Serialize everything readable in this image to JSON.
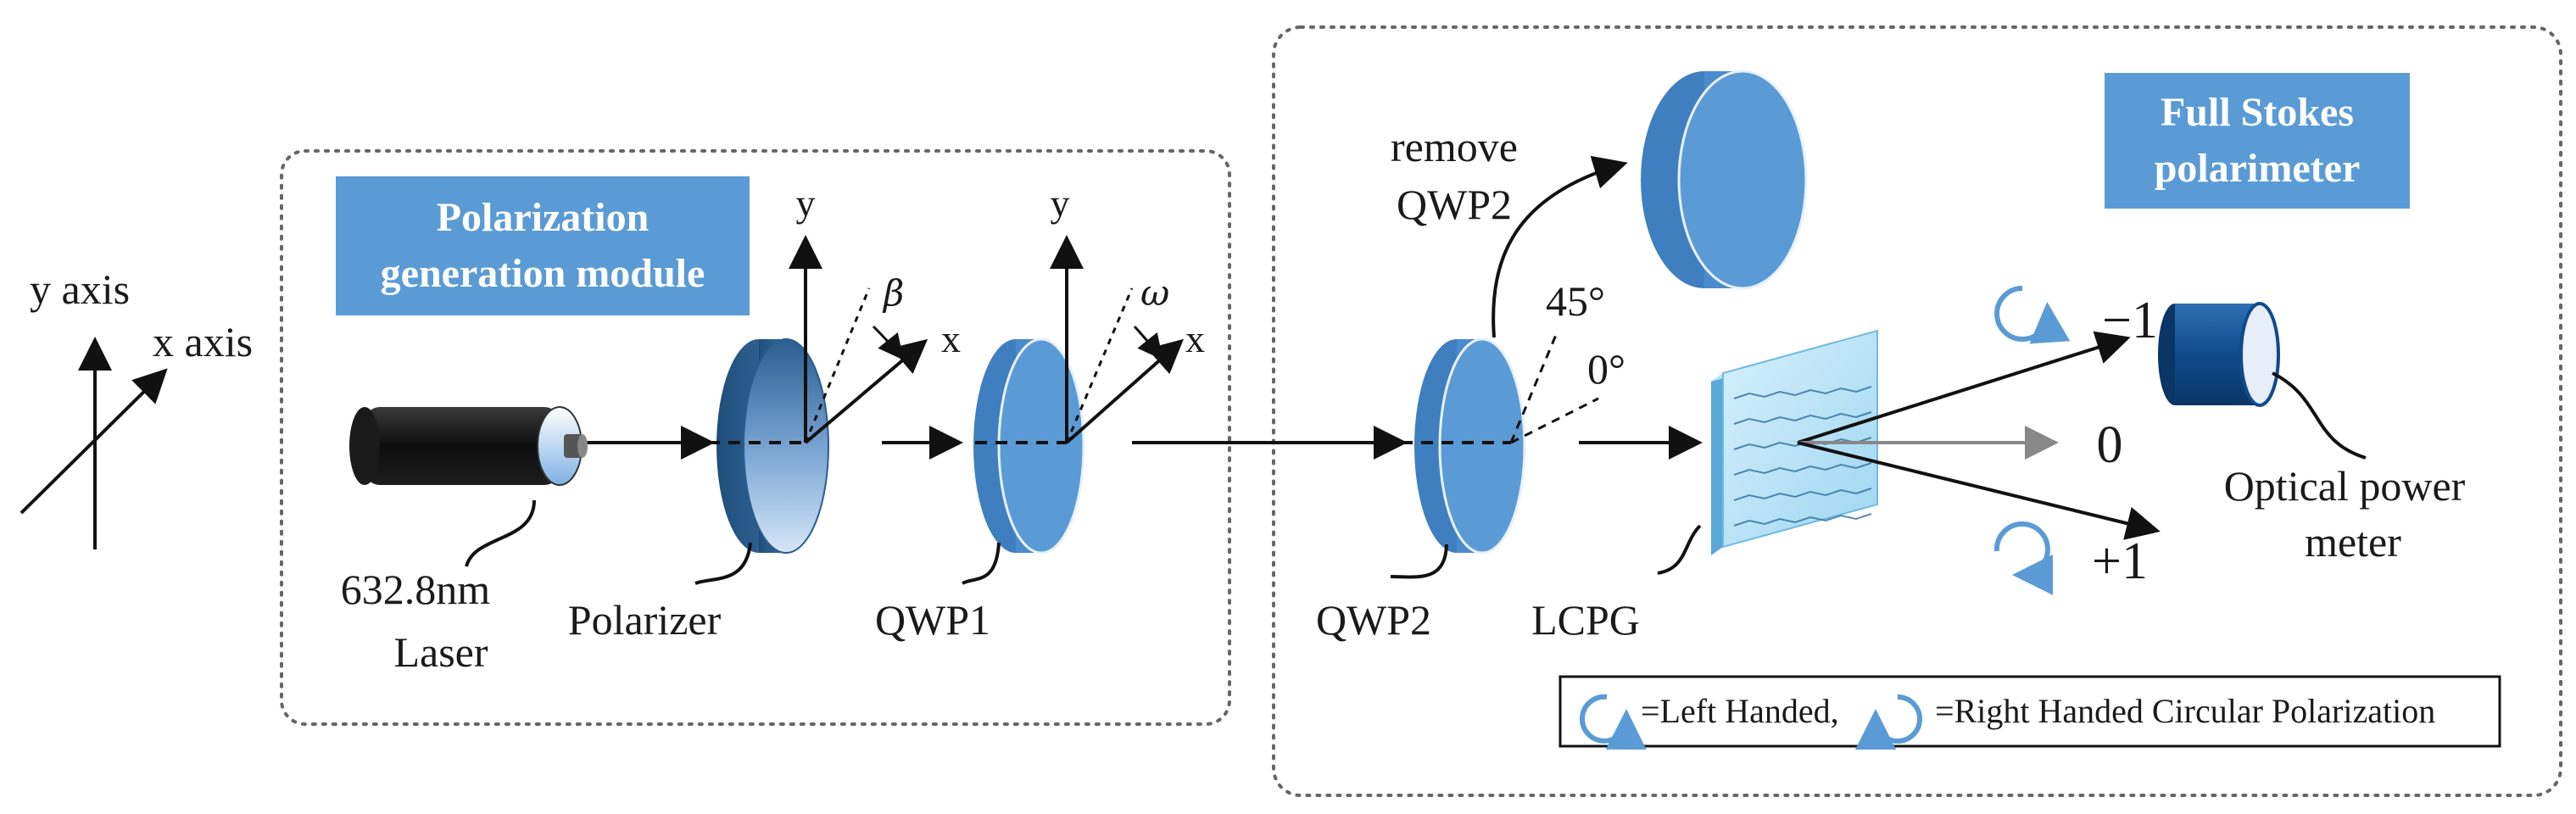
{
  "coordinate_frame": {
    "y_label": "y axis",
    "x_label": "x axis"
  },
  "generation_module": {
    "title_line1": "Polarization",
    "title_line2": "generation module"
  },
  "polarimeter_module": {
    "title_line1": "Full Stokes",
    "title_line2": "polarimeter"
  },
  "components": {
    "laser_line1": "632.8nm",
    "laser_line2": "Laser",
    "polarizer": "Polarizer",
    "qwp1": "QWP1",
    "qwp2": "QWP2",
    "lcpg": "LCPG",
    "remove_line1": "remove",
    "remove_line2": "QWP2",
    "meter_line1": "Optical power",
    "meter_line2": "meter"
  },
  "axes": {
    "y": "y",
    "x": "x",
    "beta": "β",
    "omega": "ω",
    "angle_45": "45°",
    "angle_0": "0°"
  },
  "orders": {
    "minus_one": "−1",
    "zero": "0",
    "plus_one": "+1"
  },
  "legend": {
    "left_text": "=Left Handed,",
    "right_text": "=Right Handed Circular Polarization"
  },
  "colors": {
    "accent_blue": "#5b9bd5",
    "dark_blue": "#1f4e79",
    "border_gray": "#555555",
    "beam_black": "#111111",
    "beam_gray": "#888888"
  }
}
